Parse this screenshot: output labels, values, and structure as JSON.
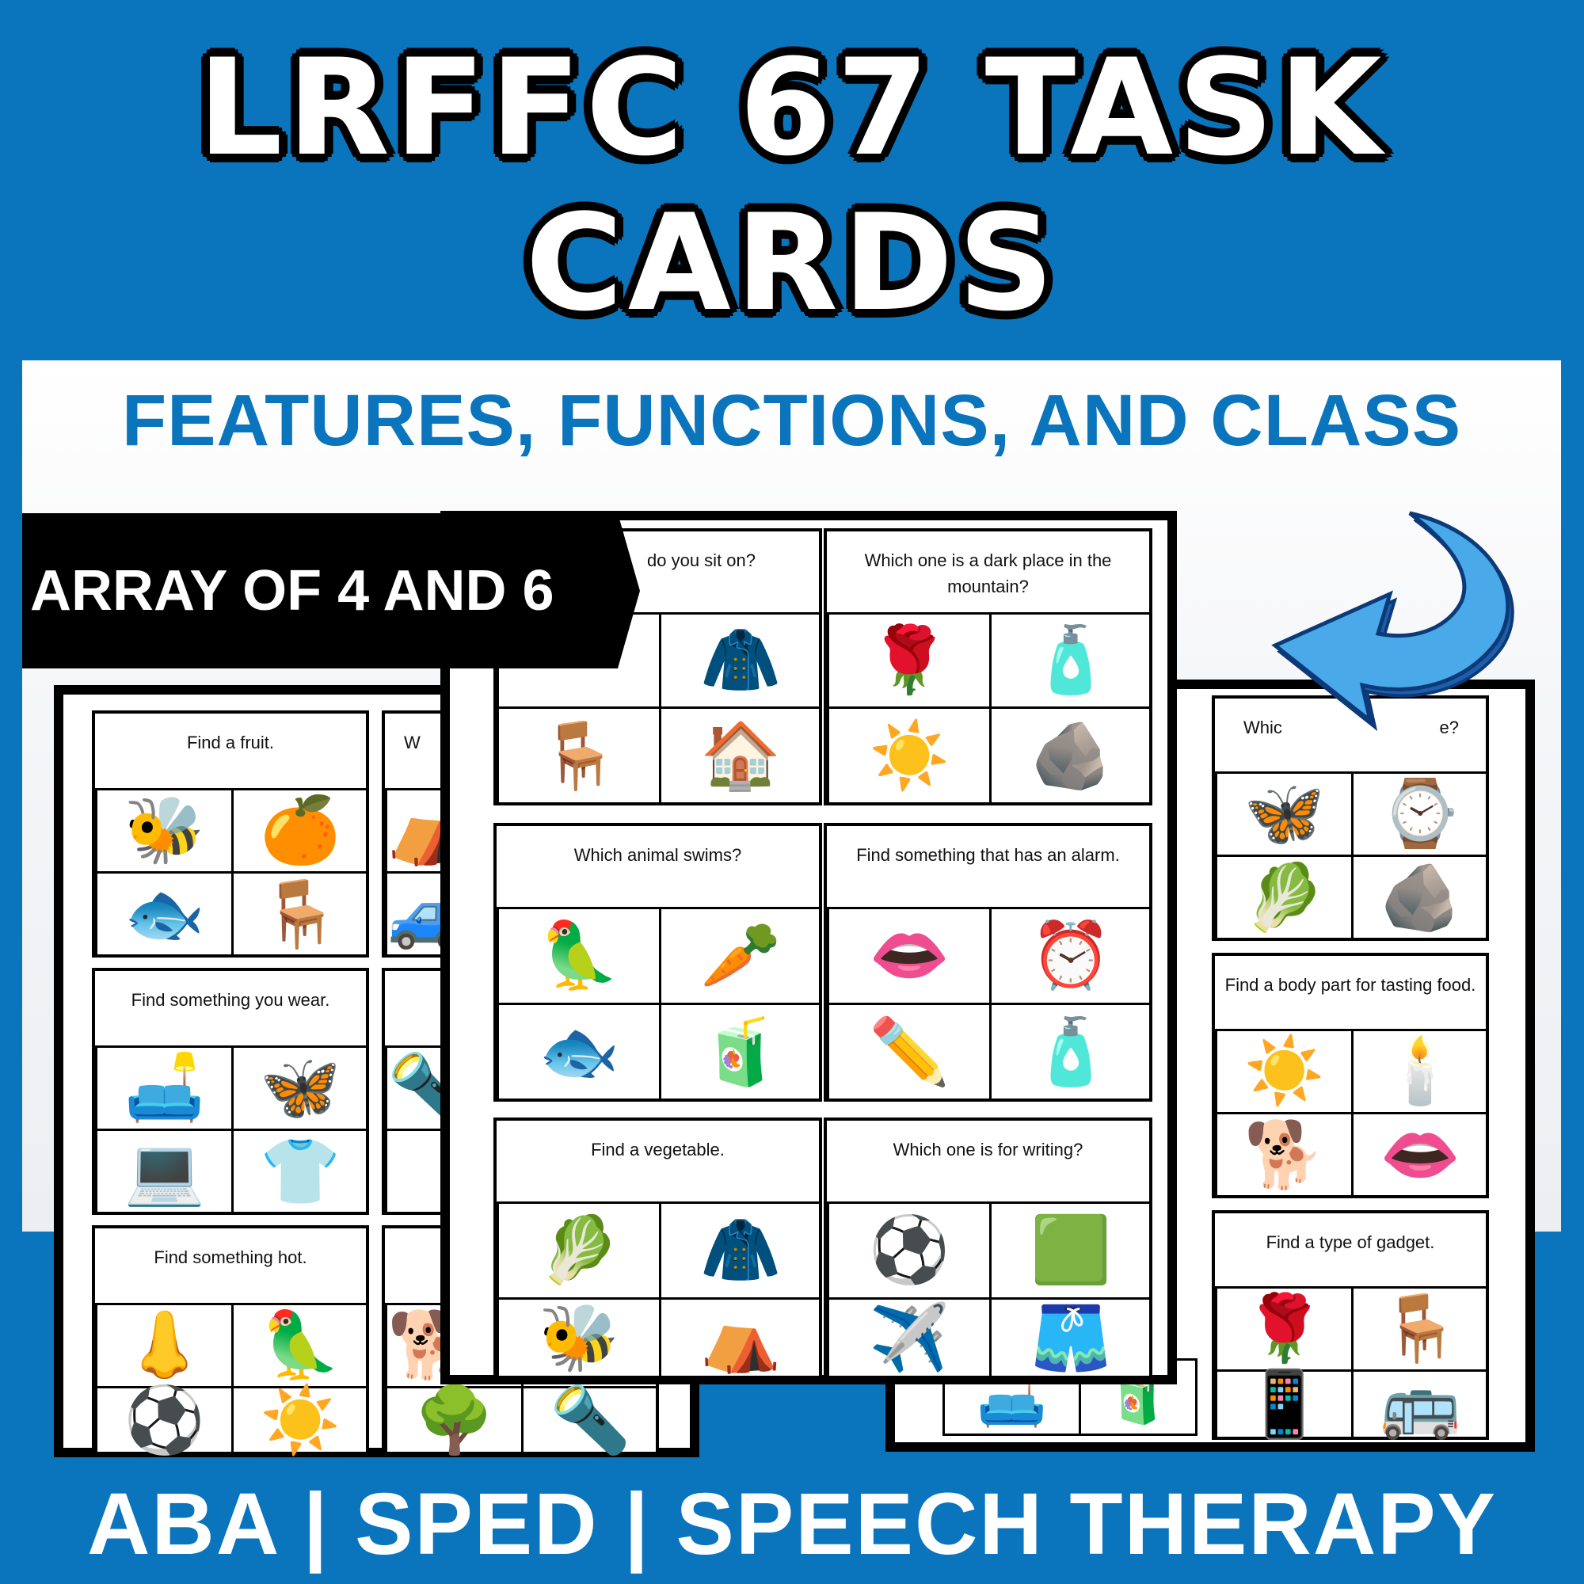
{
  "header": {
    "title_line1": "LRFFC 67 TASK",
    "title_line2": "CARDS",
    "subtitle": "FEATURES, FUNCTIONS, AND CLASS",
    "ribbon": "ARRAY OF 4 AND 6",
    "footer": "ABA | SPED | SPEECH THERAPY"
  },
  "colors": {
    "brand_blue": "#0a74bc",
    "arrow_blue": "#4aa9e8"
  },
  "left_sheet": {
    "cards": [
      {
        "q": "Find a fruit.",
        "icons": [
          "🐝",
          "🍊",
          "🐟",
          "🪑"
        ]
      },
      {
        "q": "Find something you wear.",
        "icons": [
          "🛋️",
          "🦋",
          "💻",
          "👕"
        ]
      },
      {
        "q": "Find something hot.",
        "icons": [
          "👃",
          "🦜",
          "⚽",
          "☀️"
        ]
      }
    ],
    "partial_q": [
      "W"
    ],
    "partial_icons": [
      "⛺",
      "🚙",
      "🔦",
      "🐕",
      "🌳",
      "🔦"
    ]
  },
  "center_sheet": {
    "cards": [
      {
        "q": "do you sit on?",
        "icons": [
          "",
          "🧥",
          "🪑",
          "🏠"
        ]
      },
      {
        "q": "Which one is a dark place in the mountain?",
        "icons": [
          "🌹",
          "🧴",
          "☀️",
          "🪨"
        ]
      },
      {
        "q": "Which animal swims?",
        "icons": [
          "🦜",
          "🥕",
          "🐟",
          "🧃"
        ]
      },
      {
        "q": "Find something that has an alarm.",
        "icons": [
          "👄",
          "⏰",
          "✏️",
          "🧴"
        ]
      },
      {
        "q": "Find a vegetable.",
        "icons": [
          "🥬",
          "🧥",
          "🐝",
          "⛺"
        ]
      },
      {
        "q": "Which one is for writing?",
        "icons": [
          "⚽",
          "🟩",
          "✈️",
          "🩳"
        ]
      }
    ]
  },
  "right_sheet": {
    "cards": [
      {
        "q": "Which one is in the mountain?",
        "q_visible": "Whic",
        "q_visible2": "e?",
        "icons": [
          "🦋",
          "⌚",
          "🥬",
          "🪨"
        ]
      },
      {
        "q": "Find a body part for tasting food.",
        "icons": [
          "☀️",
          "🕯️",
          "🐕",
          "👄"
        ]
      },
      {
        "q": "Find a type of gadget.",
        "icons": [
          "🌹",
          "🪑",
          "📱",
          "🚌"
        ]
      }
    ],
    "bottom_icons": [
      "🛋️",
      "🧃"
    ]
  }
}
